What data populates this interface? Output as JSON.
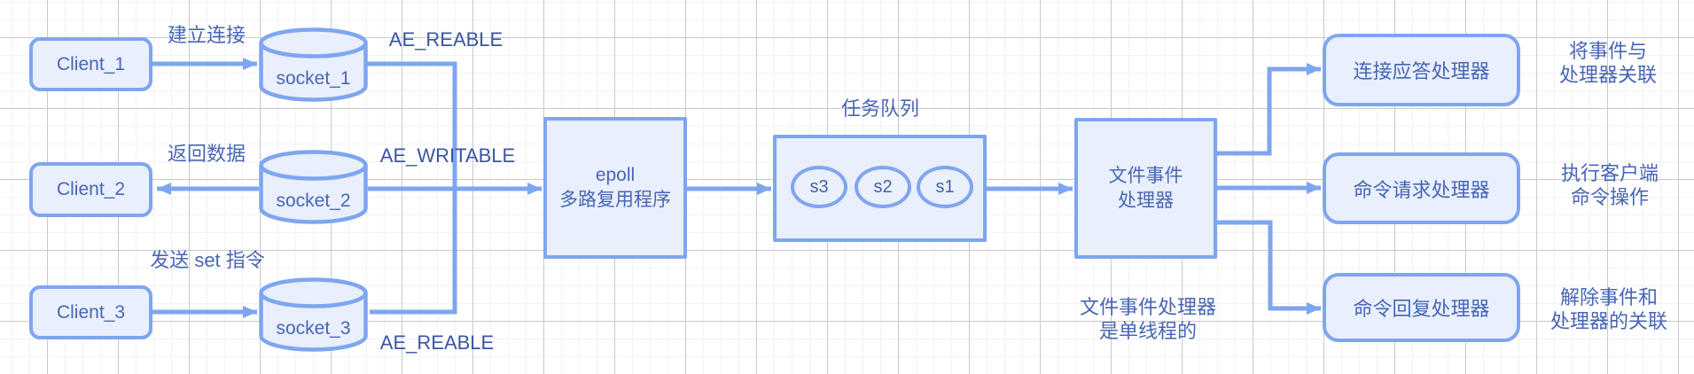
{
  "colors": {
    "shape_border": "#7ea6f0",
    "shape_fill": "#e9effc",
    "text_blue": "#4766b4",
    "label_dark_blue": "#3c55a2",
    "grid_major": "#c9c9ce",
    "grid_minor": "#f2f2f6"
  },
  "clients": [
    {
      "label": "Client_1"
    },
    {
      "label": "Client_2"
    },
    {
      "label": "Client_3"
    }
  ],
  "sockets": [
    {
      "label": "socket_1"
    },
    {
      "label": "socket_2"
    },
    {
      "label": "socket_3"
    }
  ],
  "edges": {
    "client1_to_socket1": "建立连接",
    "socket2_to_client2": "返回数据",
    "client3_to_socket3": "发送 set 指令",
    "socket1_event": "AE_REABLE",
    "socket2_event": "AE_WRITABLE",
    "socket3_event": "AE_REABLE"
  },
  "epoll": {
    "title": "epoll",
    "subtitle": "多路复用程序"
  },
  "task_queue": {
    "title": "任务队列",
    "items": [
      {
        "label": "s3"
      },
      {
        "label": "s2"
      },
      {
        "label": "s1"
      }
    ]
  },
  "file_event_handler": {
    "line1": "文件事件",
    "line2": "处理器"
  },
  "handlers": [
    {
      "label": "连接应答处理器",
      "annotation_line1": "将事件与",
      "annotation_line2": "处理器关联"
    },
    {
      "label": "命令请求处理器",
      "annotation_line1": "执行客户端",
      "annotation_line2": "命令操作"
    },
    {
      "label": "命令回复处理器",
      "annotation_line1": "解除事件和",
      "annotation_line2": "处理器的关联"
    }
  ],
  "note": {
    "line1": "文件事件处理器",
    "line2": "是单线程的"
  }
}
